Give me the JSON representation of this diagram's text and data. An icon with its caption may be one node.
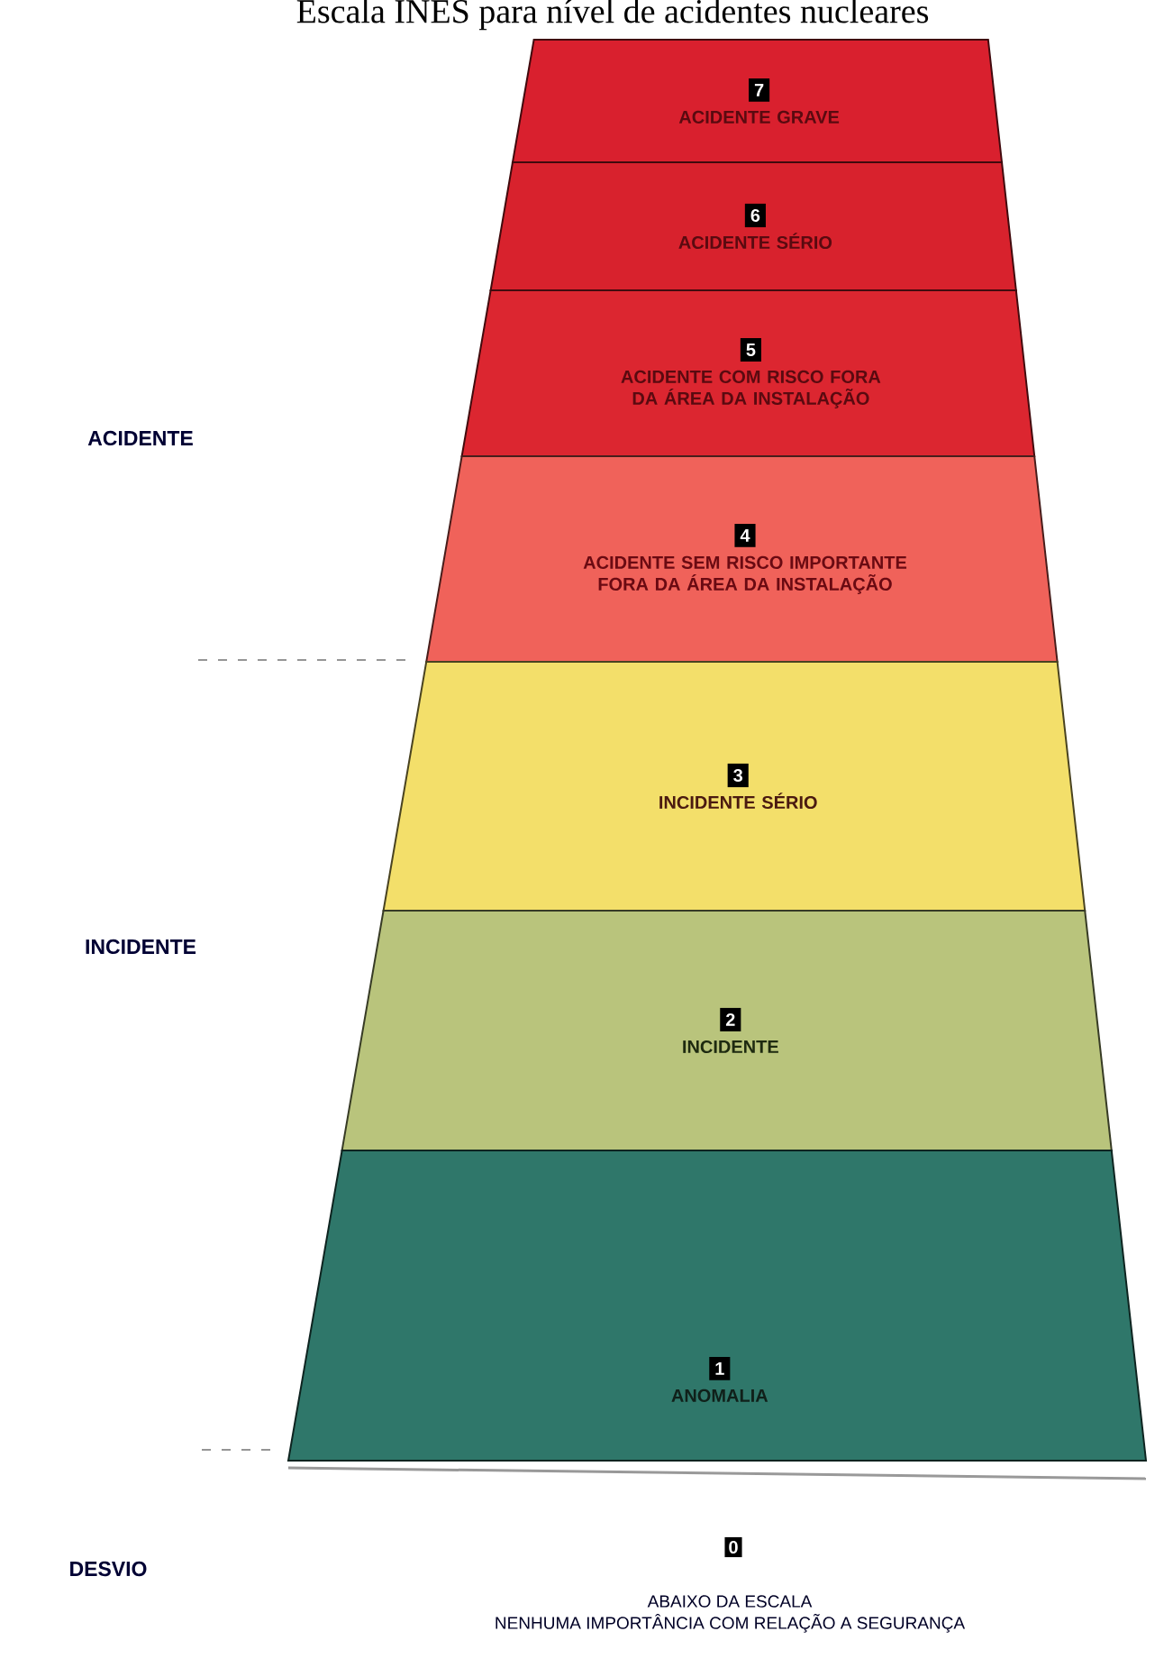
{
  "diagram": {
    "title": "Escala INES para nível de acidentes nucleares",
    "nodes": [
      {
        "text": [
          "7",
          "ACIDENTE GRAVE"
        ]
      },
      {
        "text": [
          "6",
          "ACIDENTE SÉRIO"
        ]
      },
      {
        "text": [
          "5",
          "ACIDENTE COM RISCO FORA DA ÁREA DA INSTALAÇÃO"
        ]
      },
      {
        "text": [
          "4",
          "ACIDENTE SEM RISCO IMPORTANTE FORA DA ÁREA DA INSTALAÇÃO"
        ]
      },
      {
        "text": [
          "3",
          "INCIDENTE SÉRIO"
        ]
      },
      {
        "text": [
          "2",
          "INCIDENTE"
        ]
      },
      {
        "text": [
          "1",
          "ANOMALIA"
        ]
      }
    ],
    "edges": [],
    "labels": [
      "ACIDENTE",
      "INCIDENTE",
      "DESVIO",
      "0",
      "ABAIXO DA ESCALA",
      "NENHUMA IMPORTÂNCIA COM RELAÇÃO A SEGURANÇA"
    ]
  }
}
